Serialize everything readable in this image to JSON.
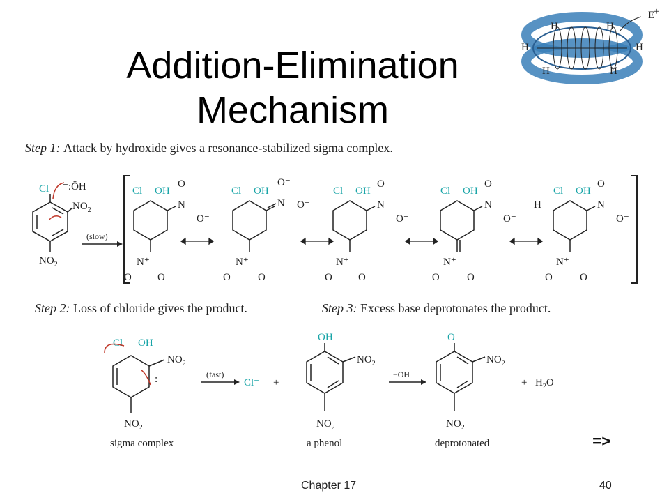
{
  "title_line1": "Addition-Elimination",
  "title_line2": "Mechanism",
  "step1": {
    "label": "Step 1:",
    "text": "Attack by hydroxide gives a resonance-stabilized sigma complex."
  },
  "step2": {
    "label": "Step 2:",
    "text": "Loss of chloride gives the product."
  },
  "step3": {
    "label": "Step 3:",
    "text": "Excess base deprotonates the product."
  },
  "arrows": {
    "slow": "(slow)",
    "fast": "(fast)",
    "oh": "−OH"
  },
  "captions": {
    "sigma": "sigma complex",
    "phenol": "a phenol",
    "deprot": "deprotonated"
  },
  "plus": "+",
  "footer_chapter": "Chapter 17",
  "footer_page": "40",
  "next_symbol": "=>",
  "colors": {
    "teal": "#1aa5a8",
    "red": "#c0392b",
    "ring": "#3a7fb8"
  }
}
